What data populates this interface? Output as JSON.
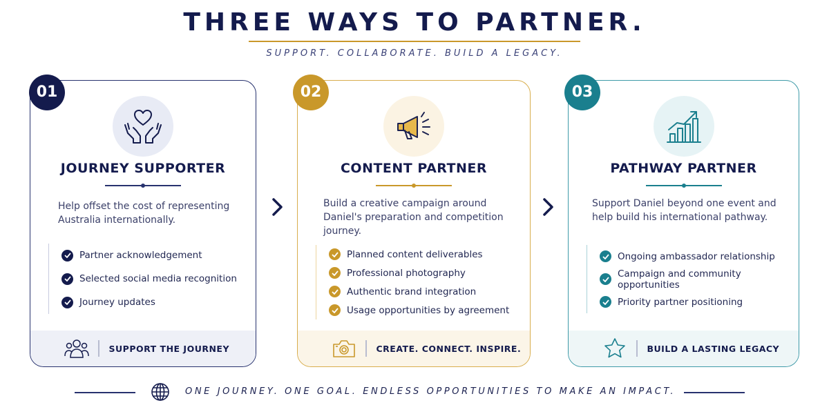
{
  "header": {
    "title": "THREE WAYS TO PARTNER.",
    "subtitle": "SUPPORT. COLLABORATE. BUILD A LEGACY."
  },
  "colors": {
    "navy": "#141b4d",
    "gold": "#c9982a",
    "teal": "#1a7f8e"
  },
  "cards": [
    {
      "number": "01",
      "icon": "hands-heart-icon",
      "title": "JOURNEY SUPPORTER",
      "description": "Help offset the cost of representing Australia internationally.",
      "items": [
        "Partner acknowledgement",
        "Selected social media recognition",
        "Journey updates"
      ],
      "footer_icon": "people-icon",
      "footer_label": "SUPPORT THE JOURNEY"
    },
    {
      "number": "02",
      "icon": "megaphone-icon",
      "title": "CONTENT PARTNER",
      "description": "Build a creative campaign around Daniel's preparation and competition journey.",
      "items": [
        "Planned content deliverables",
        "Professional photography",
        "Authentic brand integration",
        "Usage opportunities by agreement"
      ],
      "footer_icon": "camera-icon",
      "footer_label": "CREATE. CONNECT. INSPIRE."
    },
    {
      "number": "03",
      "icon": "growth-chart-icon",
      "title": "PATHWAY PARTNER",
      "description": "Support Daniel beyond one event and help build his international pathway.",
      "items": [
        "Ongoing ambassador relationship",
        "Campaign and community opportunities",
        "Priority partner positioning"
      ],
      "footer_icon": "star-icon",
      "footer_label": "BUILD A LASTING LEGACY"
    }
  ],
  "footer": {
    "icon": "globe-icon",
    "tagline": "ONE JOURNEY. ONE GOAL. ENDLESS OPPORTUNITIES TO MAKE AN IMPACT."
  }
}
